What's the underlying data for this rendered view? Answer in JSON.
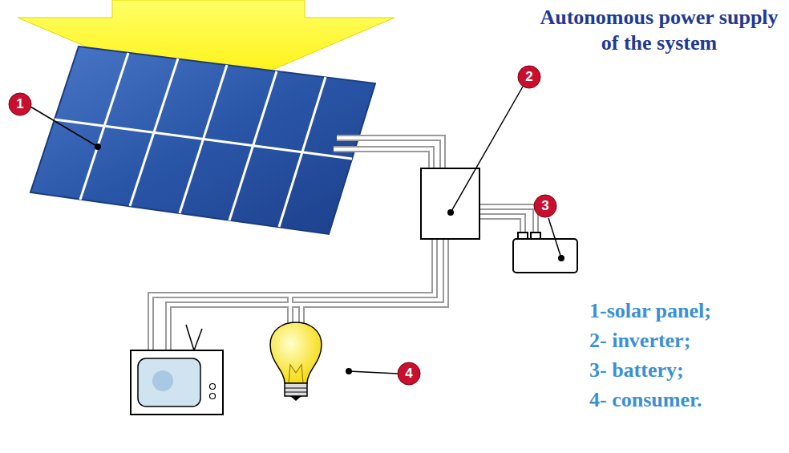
{
  "diagram": {
    "title": "Autonomous power supply of the system",
    "labels": [
      "1",
      "2",
      "3",
      "4",
      "1-solar panel;",
      "2- inverter;",
      "3- battery;",
      "4- consumer."
    ]
  }
}
